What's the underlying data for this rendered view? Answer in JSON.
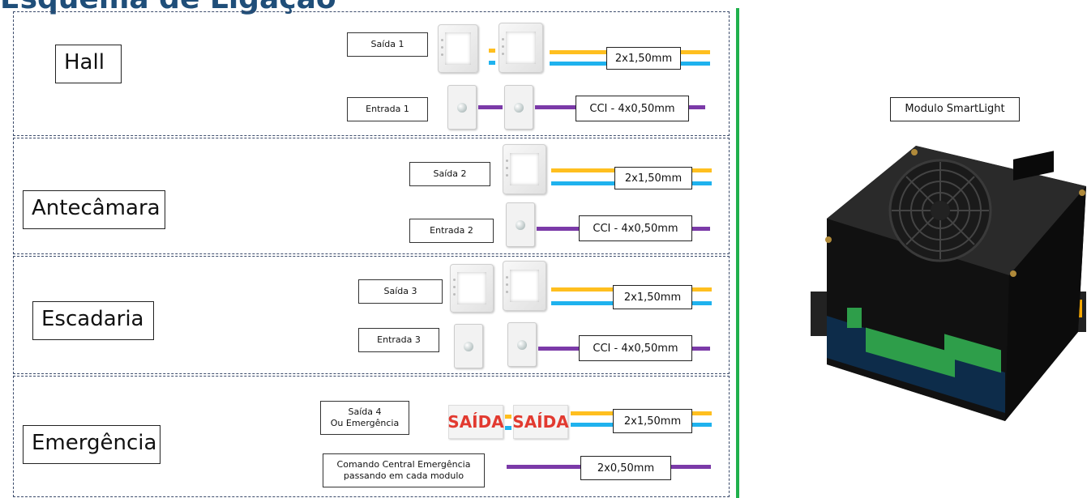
{
  "header": {
    "title": "Esquema de Ligação"
  },
  "sections": {
    "hall": {
      "room": "Hall",
      "output_label": "Saída 1",
      "input_label": "Entrada 1",
      "power_cable": "2x1,50mm",
      "signal_cable": "CCI - 4x0,50mm"
    },
    "antecamara": {
      "room": "Antecâmara",
      "output_label": "Saída 2",
      "input_label": "Entrada 2",
      "power_cable": "2x1,50mm",
      "signal_cable": "CCI - 4x0,50mm"
    },
    "escadaria": {
      "room": "Escadaria",
      "output_label": "Saída 3",
      "input_label": "Entrada 3",
      "power_cable": "2x1,50mm",
      "signal_cable": "CCI - 4x0,50mm"
    },
    "emergencia": {
      "room": "Emergência",
      "output_label_line1": "Saída 4",
      "output_label_line2": "Ou Emergência",
      "exit_sign_text": "SAÍDA",
      "power_cable": "2x1,50mm",
      "command_label_line1": "Comando Central Emergência",
      "command_label_line2": "passando em cada modulo",
      "command_cable": "2x0,50mm"
    }
  },
  "module": {
    "label": "Modulo SmartLight"
  },
  "colors": {
    "phase_wire": "#ffbf1f",
    "neutral_wire": "#1fb2ee",
    "signal_wire": "#7b3aa8",
    "divider": "#20b14c",
    "title": "#1f4e79"
  }
}
